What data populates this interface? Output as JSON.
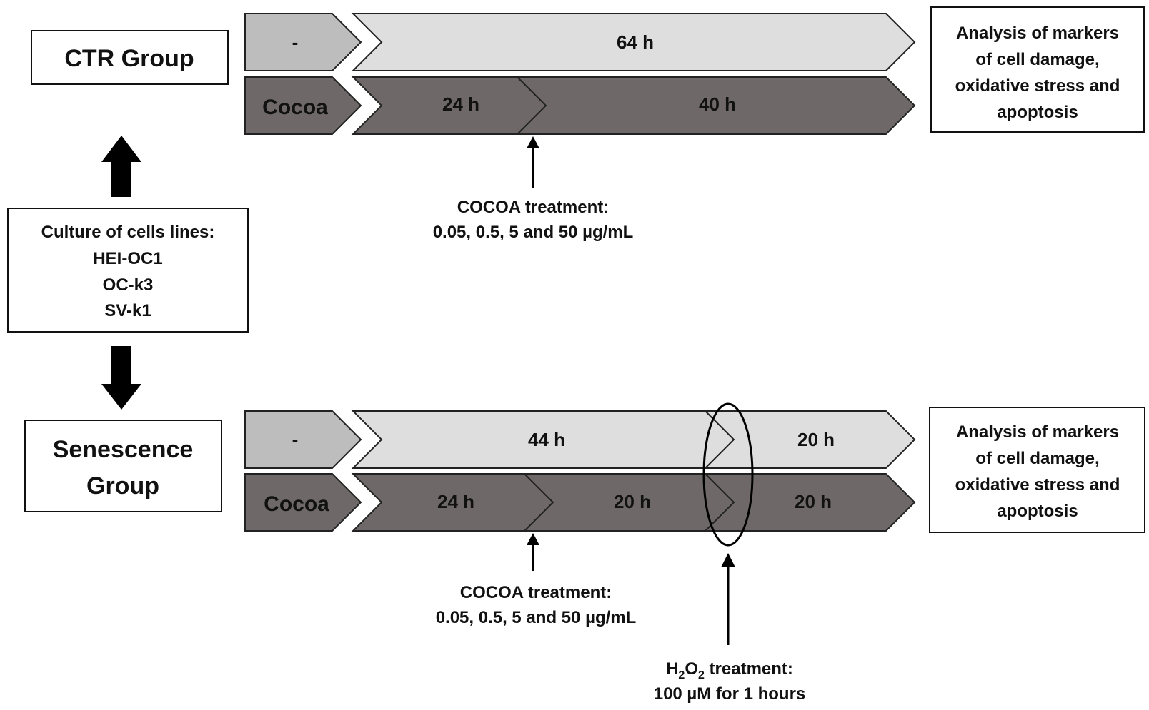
{
  "culture": {
    "title": "Culture of cells lines:",
    "lines": [
      "HEI-OC1",
      "OC-k3",
      "SV-k1"
    ]
  },
  "ctr_group": {
    "label": "CTR Group",
    "row1": {
      "start": "-",
      "duration": "64 h"
    },
    "row2": {
      "start": "Cocoa",
      "duration1": "24 h",
      "duration2": "40 h"
    },
    "treatment": {
      "title": "COCOA treatment:",
      "dose": "0.05, 0.5, 5 and 50 µg/mL"
    },
    "analysis": [
      "Analysis of markers",
      "of cell damage,",
      "oxidative stress and",
      "apoptosis"
    ]
  },
  "senescence_group": {
    "label_line1": "Senescence",
    "label_line2": "Group",
    "row1": {
      "start": "-",
      "duration1": "44 h",
      "duration2": "20 h"
    },
    "row2": {
      "start": "Cocoa",
      "duration1": "24 h",
      "duration2": "20 h",
      "duration3": "20 h"
    },
    "treatment": {
      "title": "COCOA treatment:",
      "dose": "0.05, 0.5, 5 and 50 µg/mL"
    },
    "h2o2": {
      "h": "H",
      "sub1": "2",
      "o": "O",
      "sub2": "2",
      "rest": " treatment:",
      "dose": "100 µM for 1 hours"
    },
    "analysis": [
      "Analysis of markers",
      "of cell damage,",
      "oxidative stress and",
      "apoptosis"
    ]
  },
  "colors": {
    "light": "#dedede",
    "mid": "#bdbdbd",
    "dark": "#6e6868",
    "outline": "#222222"
  }
}
